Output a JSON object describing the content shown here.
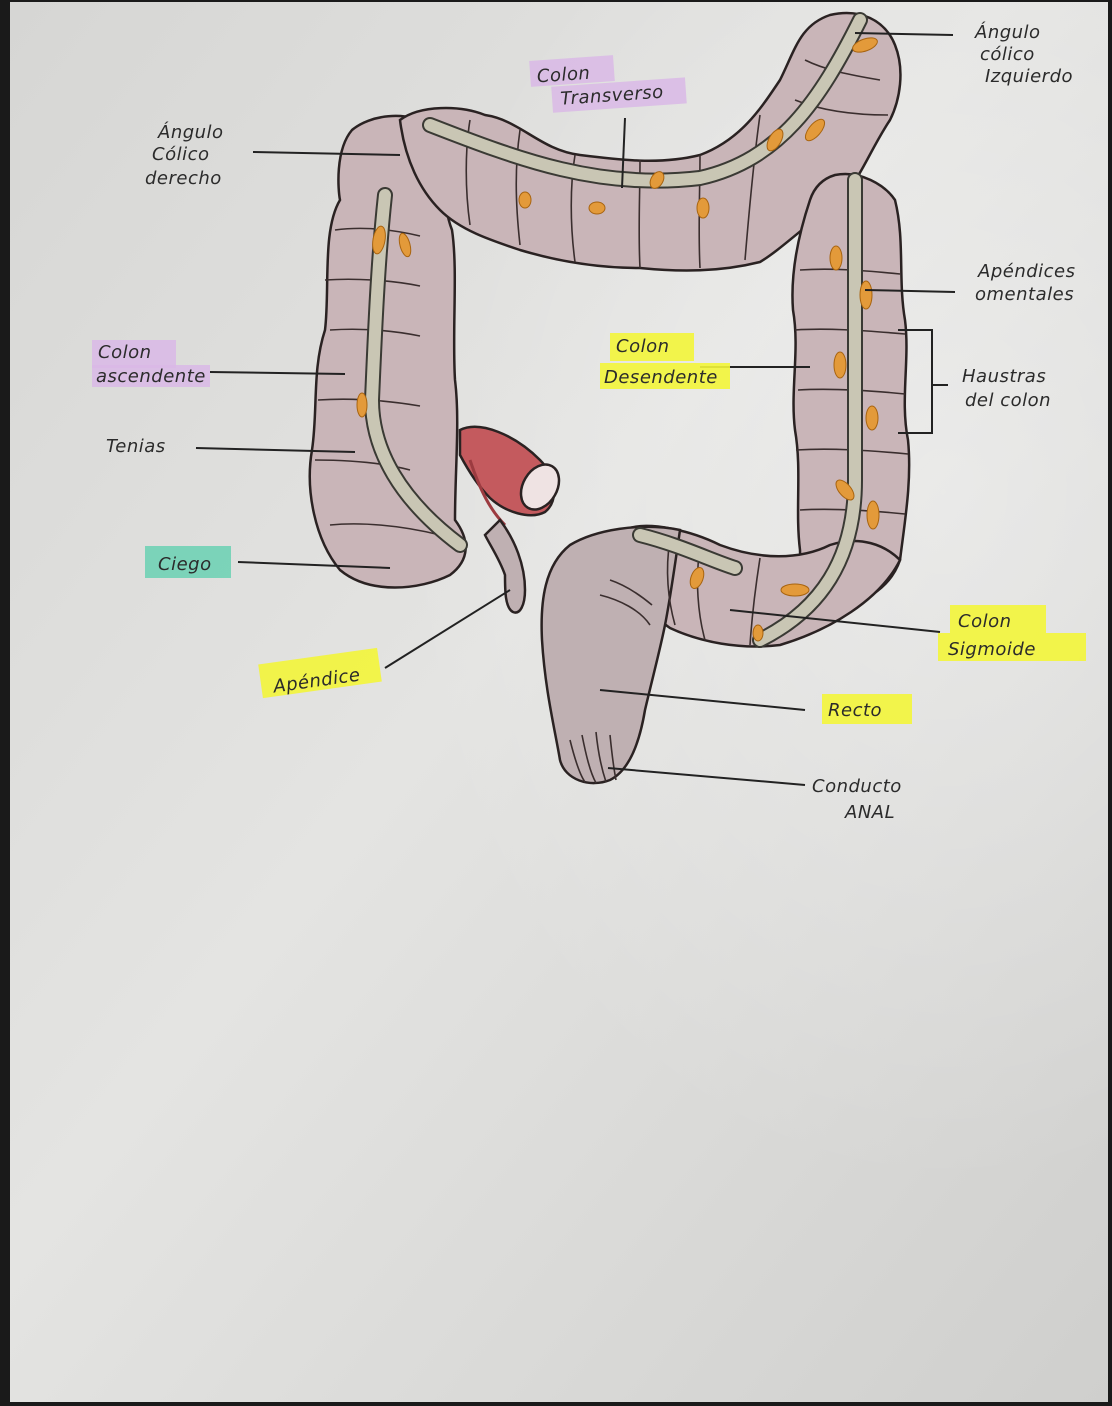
{
  "labels": {
    "angulo_izq": [
      "Ángulo",
      "cólico",
      "Izquierdo"
    ],
    "angulo_der": [
      "Ángulo",
      "Cólico",
      "derecho"
    ],
    "colon_transverso": [
      "Colon",
      "Transverso"
    ],
    "apendices_omentales": [
      "Apéndices",
      "omentales"
    ],
    "colon_ascendente": [
      "Colon",
      "ascendente"
    ],
    "colon_descendente": [
      "Colon",
      "Desendente"
    ],
    "haustras": [
      "Haustras",
      "del colon"
    ],
    "tenias": "Tenias",
    "ciego": "Ciego",
    "apendice": "Apéndice",
    "colon_sigmoide": [
      "Colon",
      "Sigmoide"
    ],
    "recto": "Recto",
    "conducto_anal": [
      "Conducto",
      "ANAL"
    ]
  },
  "colors": {
    "paper": "#dcdcd8",
    "colon_fill": "#c9b5b8",
    "highlight_purple": "#d9b8e6",
    "highlight_yellow": "#f3f53a",
    "highlight_teal": "#6ad1b3",
    "appendices": "#e39a3a",
    "cecum_wall": "#c45a5e"
  }
}
